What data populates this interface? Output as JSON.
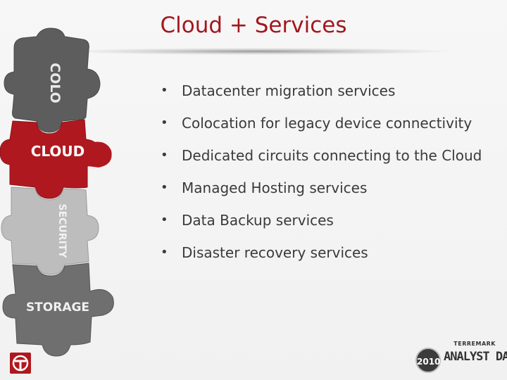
{
  "slide": {
    "title": "Cloud + Services",
    "bullets": [
      "Datacenter migration services",
      "Colocation for legacy device connectivity",
      "Dedicated circuits connecting to the Cloud",
      "Managed Hosting services",
      "Data Backup services",
      "Disaster recovery services"
    ]
  },
  "puzzle": {
    "pieces": [
      "COLO",
      "CLOUD",
      "SECURITY",
      "STORAGE"
    ]
  },
  "branding": {
    "company": "TERREMARK",
    "year": "2010",
    "event": "ANALYST DAY"
  },
  "colors": {
    "accent_red": "#a3171e",
    "dark_gray": "#555555",
    "light_gray": "#b9b9b9"
  },
  "icons": {
    "bullet": "•",
    "logo": "terremark-logo-icon"
  }
}
